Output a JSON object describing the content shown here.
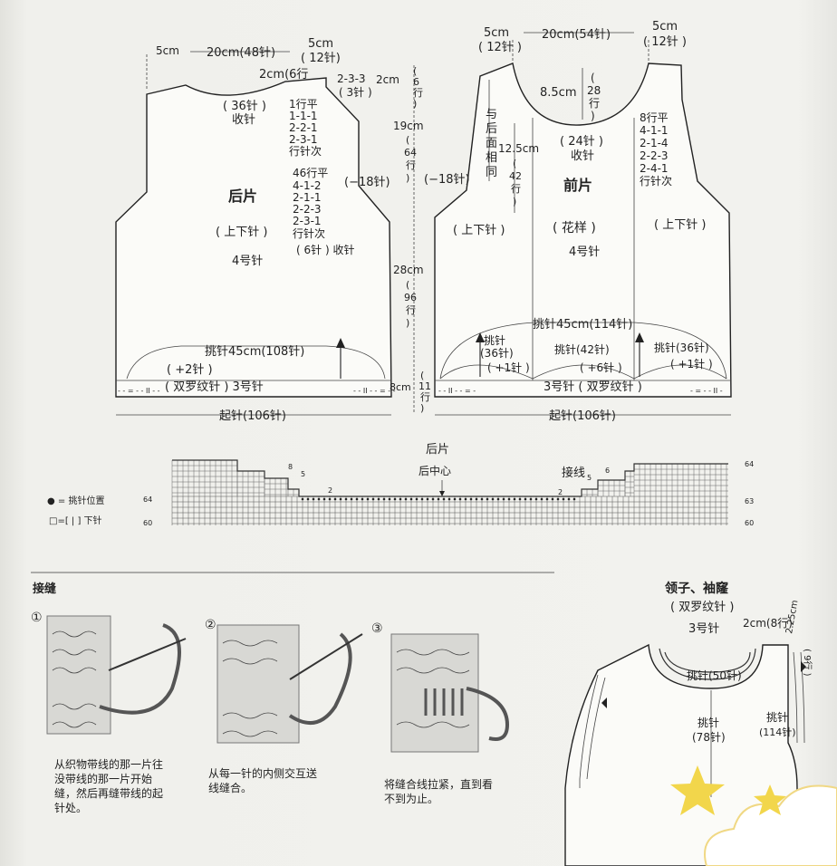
{
  "back": {
    "top_left_5cm": "5cm",
    "neck_width": "20cm(48针)",
    "shoulder_5cm": "5cm",
    "shoulder_12": "( 12针)",
    "neck_depth": "2cm(6行",
    "bind_36": "( 36针 )",
    "bind_label": "收针",
    "neck_rows": [
      "1行平",
      "1-1-1",
      "2-2-1",
      "2-3-1",
      "行针次"
    ],
    "shoulder_rows": [
      "2-3-3",
      "( 3针 )"
    ],
    "armhole_rows": [
      "46行平",
      "4-1-2",
      "2-1-1",
      "2-2-3",
      "2-3-1",
      "行针次"
    ],
    "armhole_bind": "( 6针 ) 收针",
    "minus18": "(−18针)",
    "title": "后片",
    "stitch": "( 上下针 )",
    "needle": "4号针",
    "pickup": "挑针45cm(108针)",
    "plus2": "( +2针 )",
    "rib": "( 双罗纹针 ) 3号针",
    "cast_on": "起针(106针)"
  },
  "mid": {
    "cm2": "2cm",
    "rows6": [
      "(",
      "6",
      "行",
      ")"
    ],
    "cm19": "19cm",
    "rows64": [
      "(",
      "64",
      "行",
      ")"
    ],
    "cm28": "28cm",
    "rows96": [
      "(",
      "96",
      "行",
      ")"
    ],
    "cm8": "8cm",
    "rows11": [
      "(",
      "11",
      "行",
      ")"
    ]
  },
  "front": {
    "left_5cm": "5cm",
    "left_12": "( 12针 )",
    "neck_width": "20cm(54针)",
    "right_5cm": "5cm",
    "right_12": "( 12针 )",
    "neck_depth": "8.5cm",
    "rows28": [
      "(",
      "28",
      "行",
      ")"
    ],
    "same_as_back": [
      "与",
      "后",
      "面",
      "相",
      "同"
    ],
    "depth125": "12.5cm",
    "rows42": [
      "(",
      "42",
      "行",
      ")"
    ],
    "bind24": "( 24针 )",
    "bind_label": "收针",
    "armhole_rows": [
      "8行平",
      "4-1-1",
      "2-1-4",
      "2-2-3",
      "2-4-1",
      "行针次"
    ],
    "minus18": "(−18针)",
    "title": "前片",
    "stitch_left": "( 上下针 )",
    "stitch_center": "( 花样 )",
    "stitch_right": "( 上下针 )",
    "needle": "4号针",
    "pickup": "挑针45cm(114针)",
    "pick_left": [
      "挑针",
      "(36针)"
    ],
    "pick_center": "挑针(42针)",
    "pick_right": "挑针(36针)",
    "plus_left": "( +1针 )",
    "plus_center": "( +6针 )",
    "plus_right": "( +1针 )",
    "rib": "3号针 ( 双罗纹针 )",
    "cast_on": "起针(106针)"
  },
  "chart": {
    "title": "后片",
    "center": "后中心",
    "join": "接线",
    "legend_pick": "● = 挑针位置",
    "legend_knit": "□=[ | ] 下针",
    "row_left": [
      "64",
      "60"
    ],
    "row_right": [
      "64",
      "63",
      "60"
    ],
    "step_labels": [
      "8",
      "5",
      "2",
      "2",
      "5",
      "6"
    ]
  },
  "seam": {
    "title": "接缝",
    "steps": [
      {
        "num": "①",
        "lines": [
          "从织物带线的那一片往",
          "没带线的那一片开始",
          "缝，然后再缝带线的起",
          "针处。"
        ]
      },
      {
        "num": "②",
        "lines": [
          "从每一针的内侧交互送",
          "线缝合。"
        ]
      },
      {
        "num": "③",
        "lines": [
          "将缝合线拉紧，直到看",
          "不到为止。"
        ]
      }
    ]
  },
  "collar": {
    "title": "领子、袖窿",
    "subtitle": "( 双罗纹针 )",
    "needle": "3号针",
    "depth": "2cm(8行)",
    "side_cm": "2.25cm",
    "side_rows": "( 9行 )",
    "pick50": "挑针(50针)",
    "pick78": [
      "挑针",
      "(78针)"
    ],
    "pick114": [
      "挑针",
      "(114针)"
    ]
  },
  "colors": {
    "ink": "#222222",
    "paper": "#f3f3ef",
    "star": "#f2d64b",
    "cloud": "#ffffff"
  }
}
